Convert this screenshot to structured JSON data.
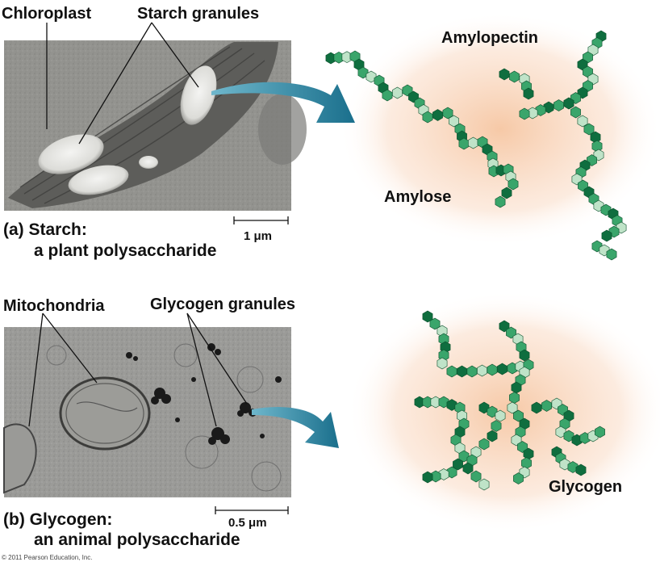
{
  "panel_a": {
    "labels": {
      "chloroplast": "Chloroplast",
      "starch_granules": "Starch granules",
      "amylopectin": "Amylopectin",
      "amylose": "Amylose"
    },
    "caption_line1": "(a) Starch:",
    "caption_line2": "a plant polysaccharide",
    "scale_bar": "1 μm"
  },
  "panel_b": {
    "labels": {
      "mitochondria": "Mitochondria",
      "glycogen_granules": "Glycogen granules",
      "glycogen": "Glycogen"
    },
    "caption_line1": "(b) Glycogen:",
    "caption_line2": "an animal polysaccharide",
    "scale_bar": "0.5 μm"
  },
  "copyright": "© 2011 Pearson Education, Inc.",
  "colors": {
    "arrow": "#1f7f9c",
    "glow": "#f7c9a8",
    "dark_green": "#0f6e3f",
    "mid_green": "#3aa56b",
    "light_green": "#bfe3c8",
    "micrograph_gray": "#8d8d8a"
  }
}
